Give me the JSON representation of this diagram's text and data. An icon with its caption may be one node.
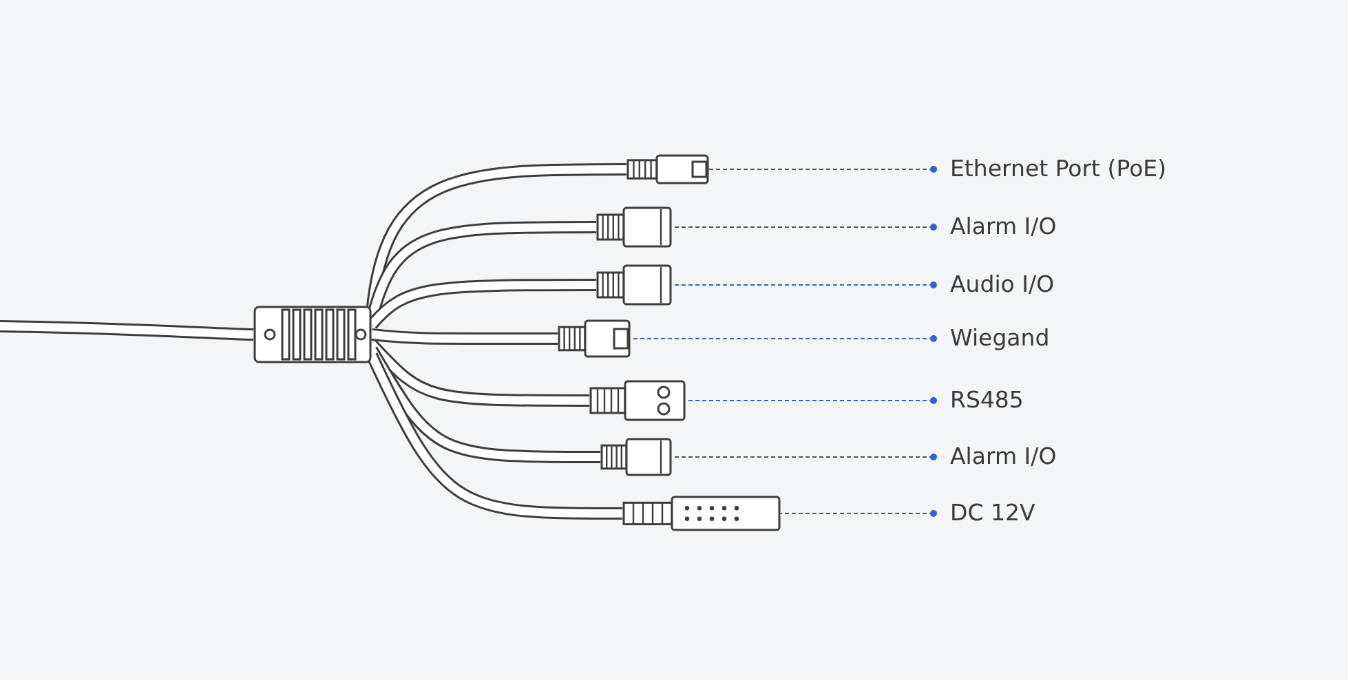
{
  "diagram": {
    "nodes": [
      {
        "text": [
          "Ethernet Port (PoE)"
        ]
      },
      {
        "text": [
          "Alarm I/O"
        ]
      },
      {
        "text": [
          "Audio I/O"
        ]
      },
      {
        "text": [
          "Wiegand"
        ]
      },
      {
        "text": [
          "RS485"
        ]
      },
      {
        "text": [
          "Alarm I/O"
        ]
      },
      {
        "text": [
          "DC 12V"
        ]
      },
      {
        "text": [],
        "shape": "picture"
      },
      {
        "text": [],
        "shape": "picture"
      },
      {
        "text": [],
        "shape": "picture"
      },
      {
        "text": [],
        "shape": "picture"
      },
      {
        "text": [],
        "shape": "picture"
      },
      {
        "text": [],
        "shape": "picture"
      },
      {
        "text": [],
        "shape": "picture"
      },
      {
        "text": [],
        "shape": "picture"
      }
    ],
    "edges": [
      {
        "from": 0,
        "to": 7,
        "arrow": "other",
        "style": "dashed"
      },
      {
        "from": 1,
        "to": 8,
        "arrow": "other",
        "style": "dashed"
      },
      {
        "from": 2,
        "to": 9,
        "arrow": "other",
        "style": "dashed",
        "color": "#2f62d6"
      },
      {
        "from": 3,
        "to": 10,
        "arrow": "other",
        "style": "dashed",
        "color": "#2f62d6"
      },
      {
        "from": 4,
        "to": 11,
        "arrow": "other",
        "style": "dashed",
        "color": "#2f62d6"
      },
      {
        "from": 5,
        "to": 12,
        "arrow": "other",
        "style": "dashed"
      },
      {
        "from": 6,
        "to": 13,
        "arrow": "other",
        "style": "dashed"
      },
      {
        "from": null,
        "to": 14,
        "arrow": "none"
      },
      {
        "from": 14,
        "to": 7,
        "arrow": "none"
      },
      {
        "from": 14,
        "to": 8,
        "arrow": "none"
      },
      {
        "from": 14,
        "to": 9,
        "arrow": "none"
      },
      {
        "from": 14,
        "to": 10,
        "arrow": "none"
      },
      {
        "from": 14,
        "to": 11,
        "arrow": "none"
      },
      {
        "from": 14,
        "to": 12,
        "arrow": "none"
      },
      {
        "from": 14,
        "to": 13,
        "arrow": "none"
      }
    ]
  }
}
